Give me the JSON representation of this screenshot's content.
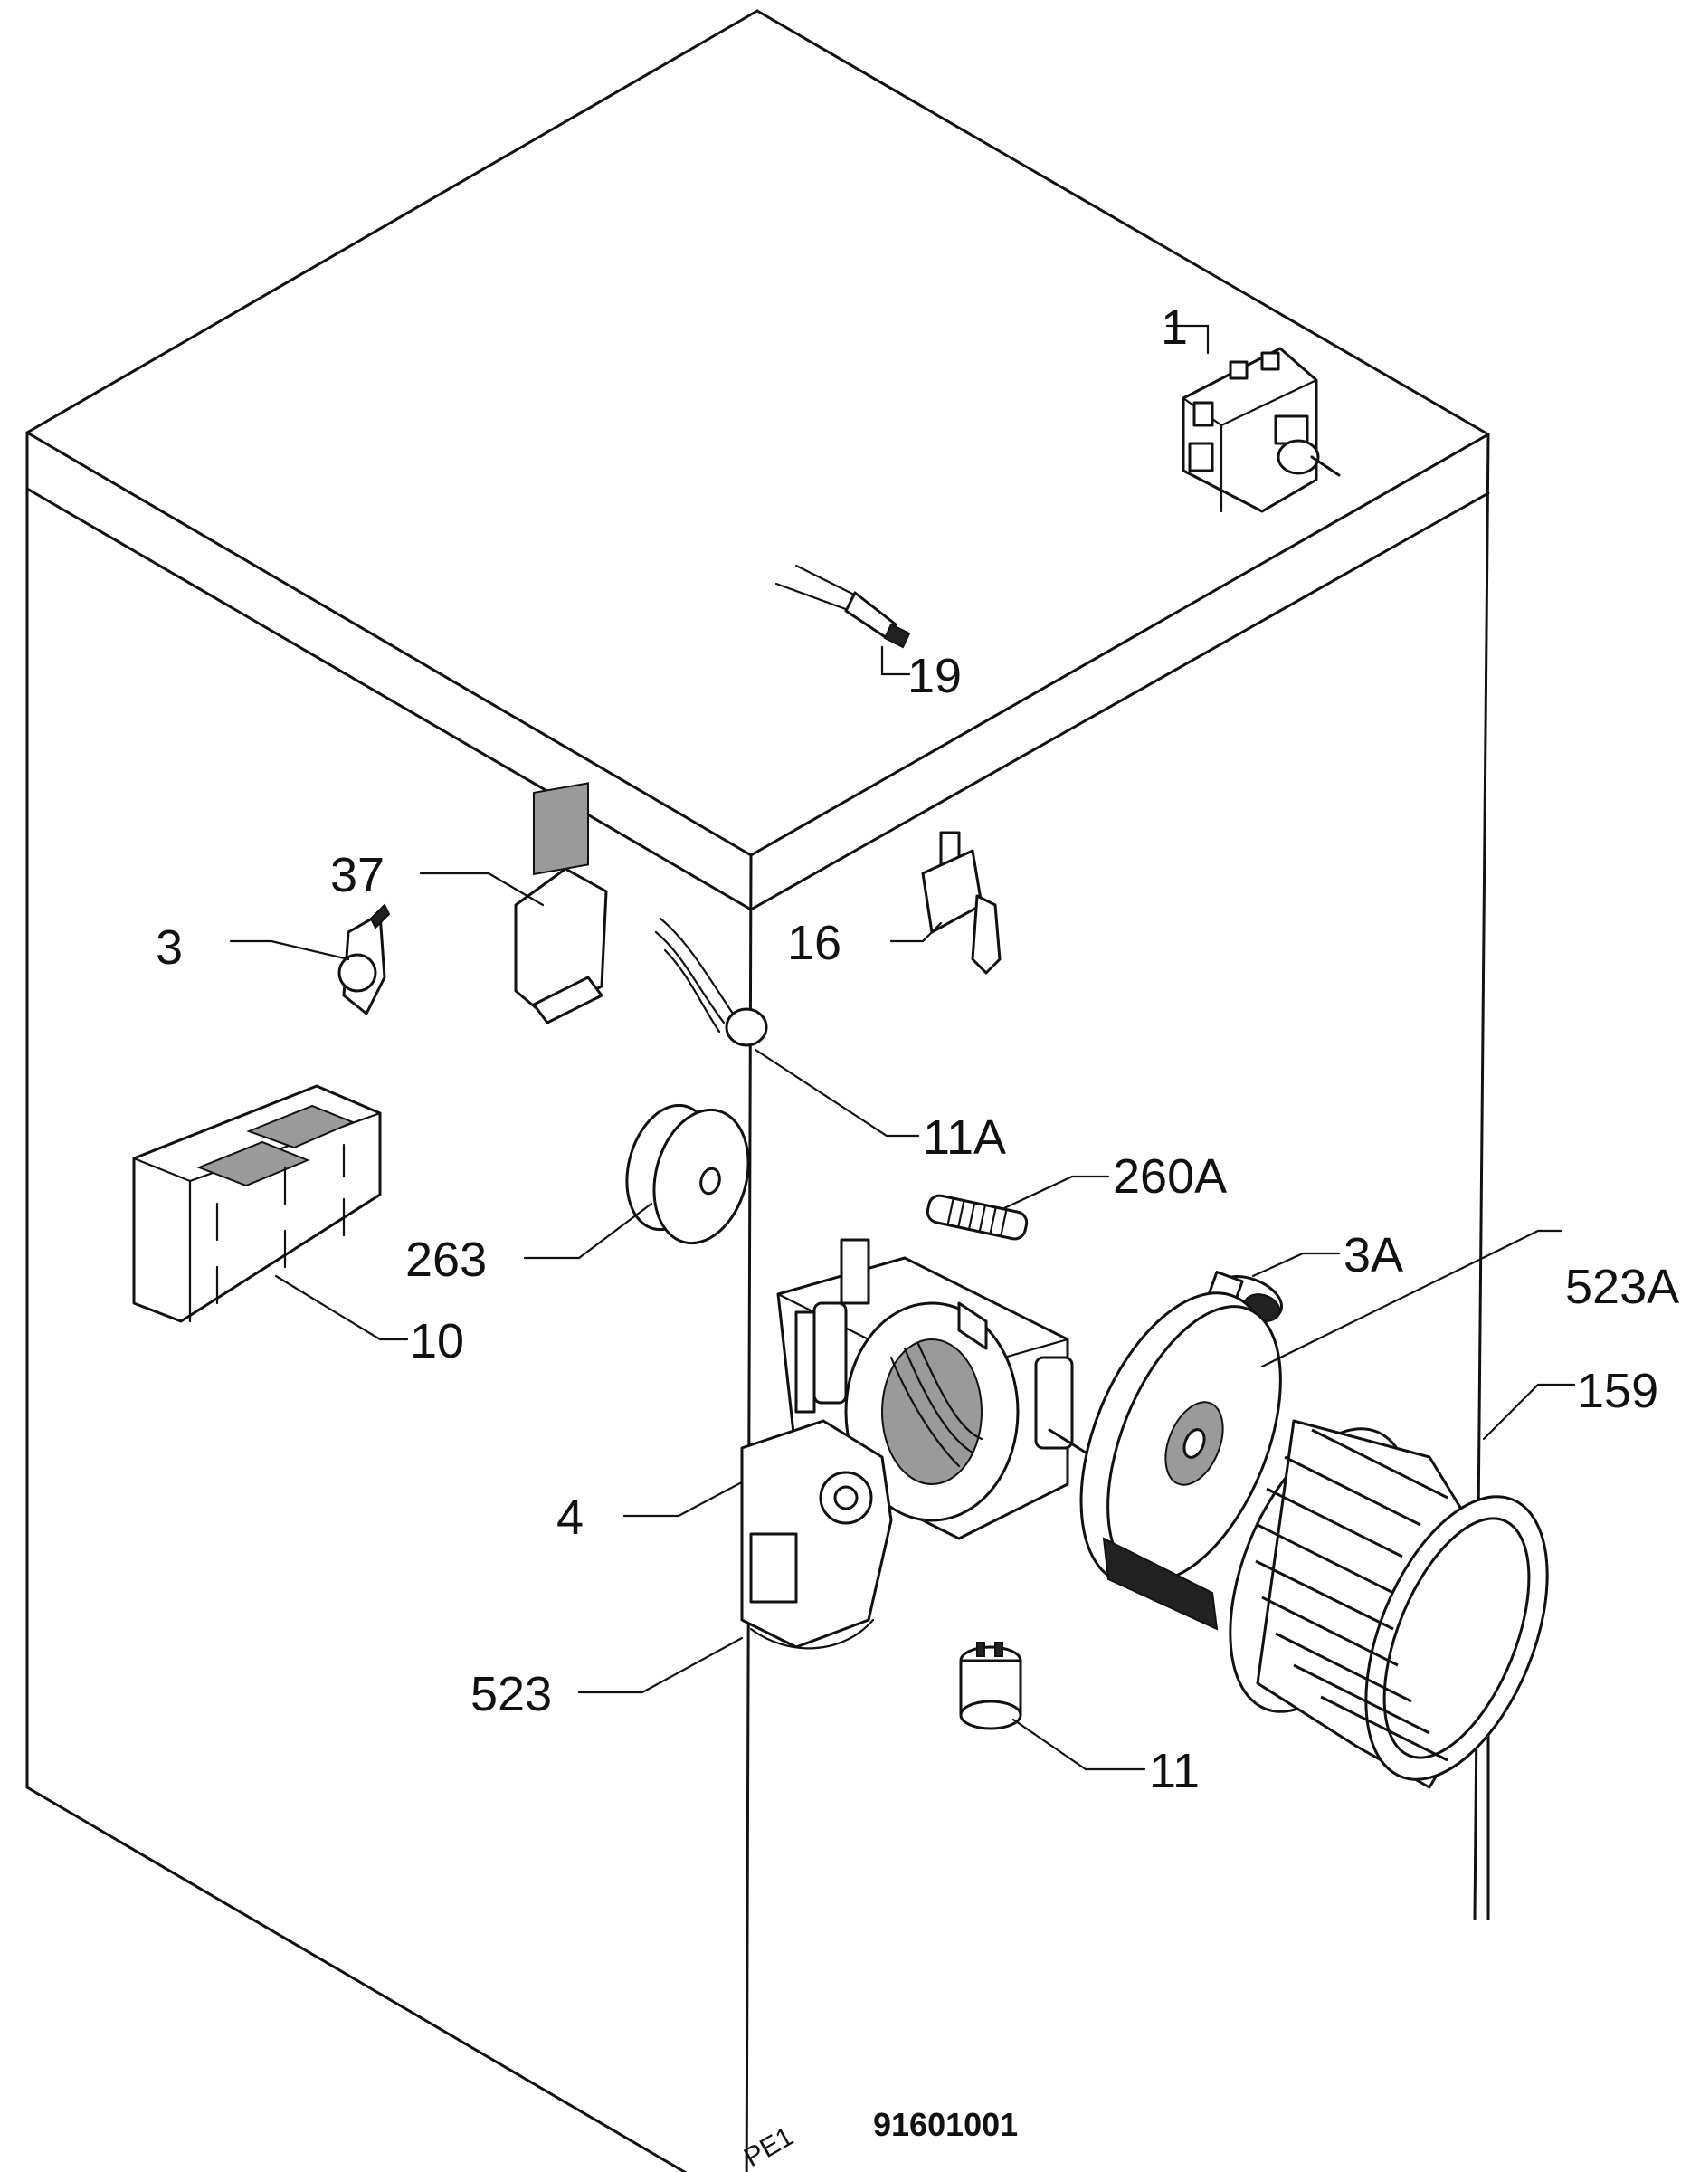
{
  "labels": {
    "l1": "1",
    "l19": "19",
    "l37": "37",
    "l3": "3",
    "l16": "16",
    "l11a": "11A",
    "l260a": "260A",
    "l263": "263",
    "l3a": "3A",
    "l523a": "523A",
    "l10": "10",
    "l4": "4",
    "l159": "159",
    "l523": "523",
    "l11": "11"
  },
  "footer": {
    "corner_code": "PE1",
    "drawing_number": "91601001"
  }
}
